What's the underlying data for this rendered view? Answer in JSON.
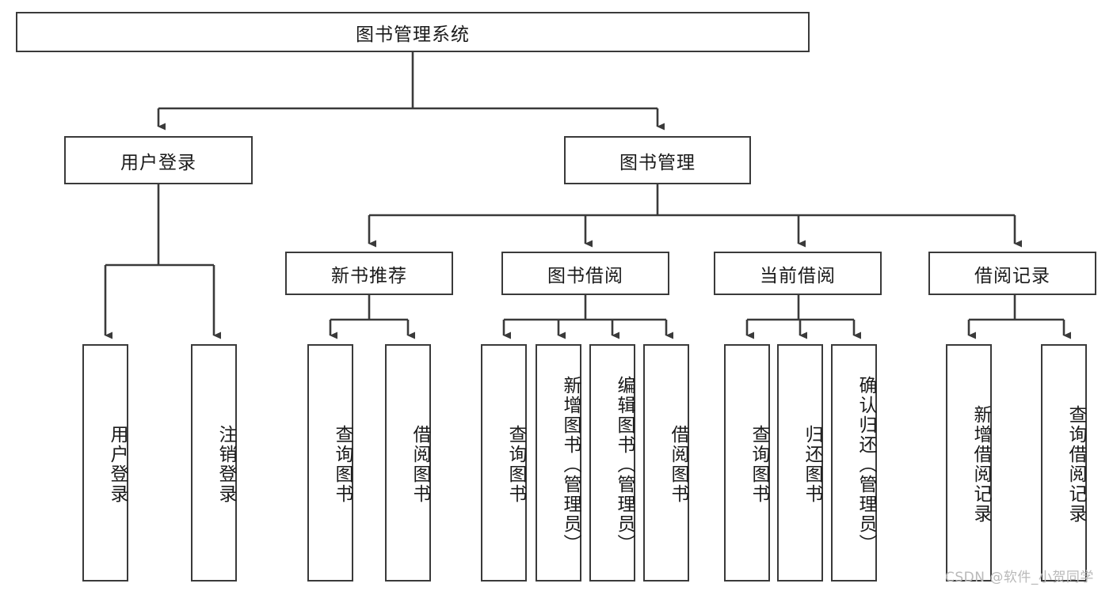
{
  "diagram": {
    "type": "tree-hierarchy",
    "title": "图书管理系统",
    "colors": {
      "stroke": "#3a3a3a",
      "fill": "#ffffff",
      "text": "#1a1a1a",
      "watermark": "#b9b9b9"
    },
    "root": {
      "label": "图书管理系统"
    },
    "level2": [
      {
        "label": "用户登录"
      },
      {
        "label": "图书管理"
      }
    ],
    "level3": [
      {
        "label": "新书推荐"
      },
      {
        "label": "图书借阅"
      },
      {
        "label": "当前借阅"
      },
      {
        "label": "借阅记录"
      }
    ],
    "leaves": {
      "user_login": [
        {
          "label": "用户登录"
        },
        {
          "label": "注销登录"
        }
      ],
      "new_book_recommend": [
        {
          "label": "查询图书"
        },
        {
          "label": "借阅图书"
        }
      ],
      "book_borrow": [
        {
          "label": "查询图书"
        },
        {
          "label": "新增图书（管理员）"
        },
        {
          "label": "编辑图书（管理员）"
        },
        {
          "label": "借阅图书"
        }
      ],
      "current_borrow": [
        {
          "label": "查询图书"
        },
        {
          "label": "归还图书"
        },
        {
          "label": "确认归还（管理员）"
        }
      ],
      "borrow_record": [
        {
          "label": "新增借阅记录"
        },
        {
          "label": "查询借阅记录"
        }
      ]
    }
  },
  "watermark": {
    "text": "CSDN @软件_小贺同学"
  }
}
